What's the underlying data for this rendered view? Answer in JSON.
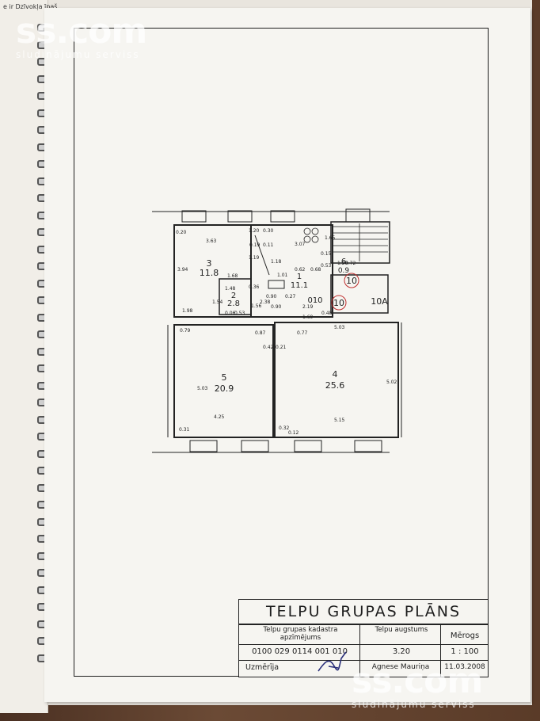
{
  "background_tab_text": "e ir Dzīvokļa īpaš",
  "watermark": {
    "brand": "ss.com",
    "tagline": "sludinājumu serviss"
  },
  "plan": {
    "rooms": [
      {
        "number": "3",
        "area": "11.8"
      },
      {
        "number": "2",
        "area": "2.8"
      },
      {
        "number": "1",
        "area": "11.1"
      },
      {
        "number": "6",
        "area": "0.9"
      },
      {
        "number": "5",
        "area": "20.9"
      },
      {
        "number": "4",
        "area": "25.6"
      }
    ],
    "circled_labels": [
      "10",
      "10"
    ],
    "code_label": "010",
    "unit_label": "10A",
    "dimensions": [
      "0.20",
      "3.63",
      "1.20",
      "0.30",
      "3.07",
      "1.65",
      "3.94",
      "0.19",
      "0.11",
      "1.18",
      "1.19",
      "1.68",
      "0.15",
      "1.01",
      "0.68",
      "0.62",
      "0.53",
      "1.20",
      "0.72",
      "1.48",
      "0.36",
      "0.90",
      "0.27",
      "2.38",
      "1.56",
      "0.90",
      "2.19",
      "1.54",
      "1.98",
      "0.53",
      "0.06",
      "1.69",
      "0.48",
      "5.03",
      "0.79",
      "0.87",
      "0.77",
      "0.42",
      "0.21",
      "5.03",
      "5.02",
      "4.25",
      "5.15",
      "0.31",
      "0.32",
      "0.12"
    ]
  },
  "title_block": {
    "title": "TELPU GRUPAS PLĀNS",
    "col1_header": "Telpu grupas kadastra apzīmējums",
    "col2_header": "Telpu augstums",
    "col3_header": "Mērogs",
    "cadastral_number": "0100 029 0114 001 010",
    "height": "3.20",
    "scale": "1 : 100",
    "surveyor_label": "Uzmērīja",
    "surveyor_name": "Agnese Mauriņa",
    "date": "11.03.2008"
  }
}
